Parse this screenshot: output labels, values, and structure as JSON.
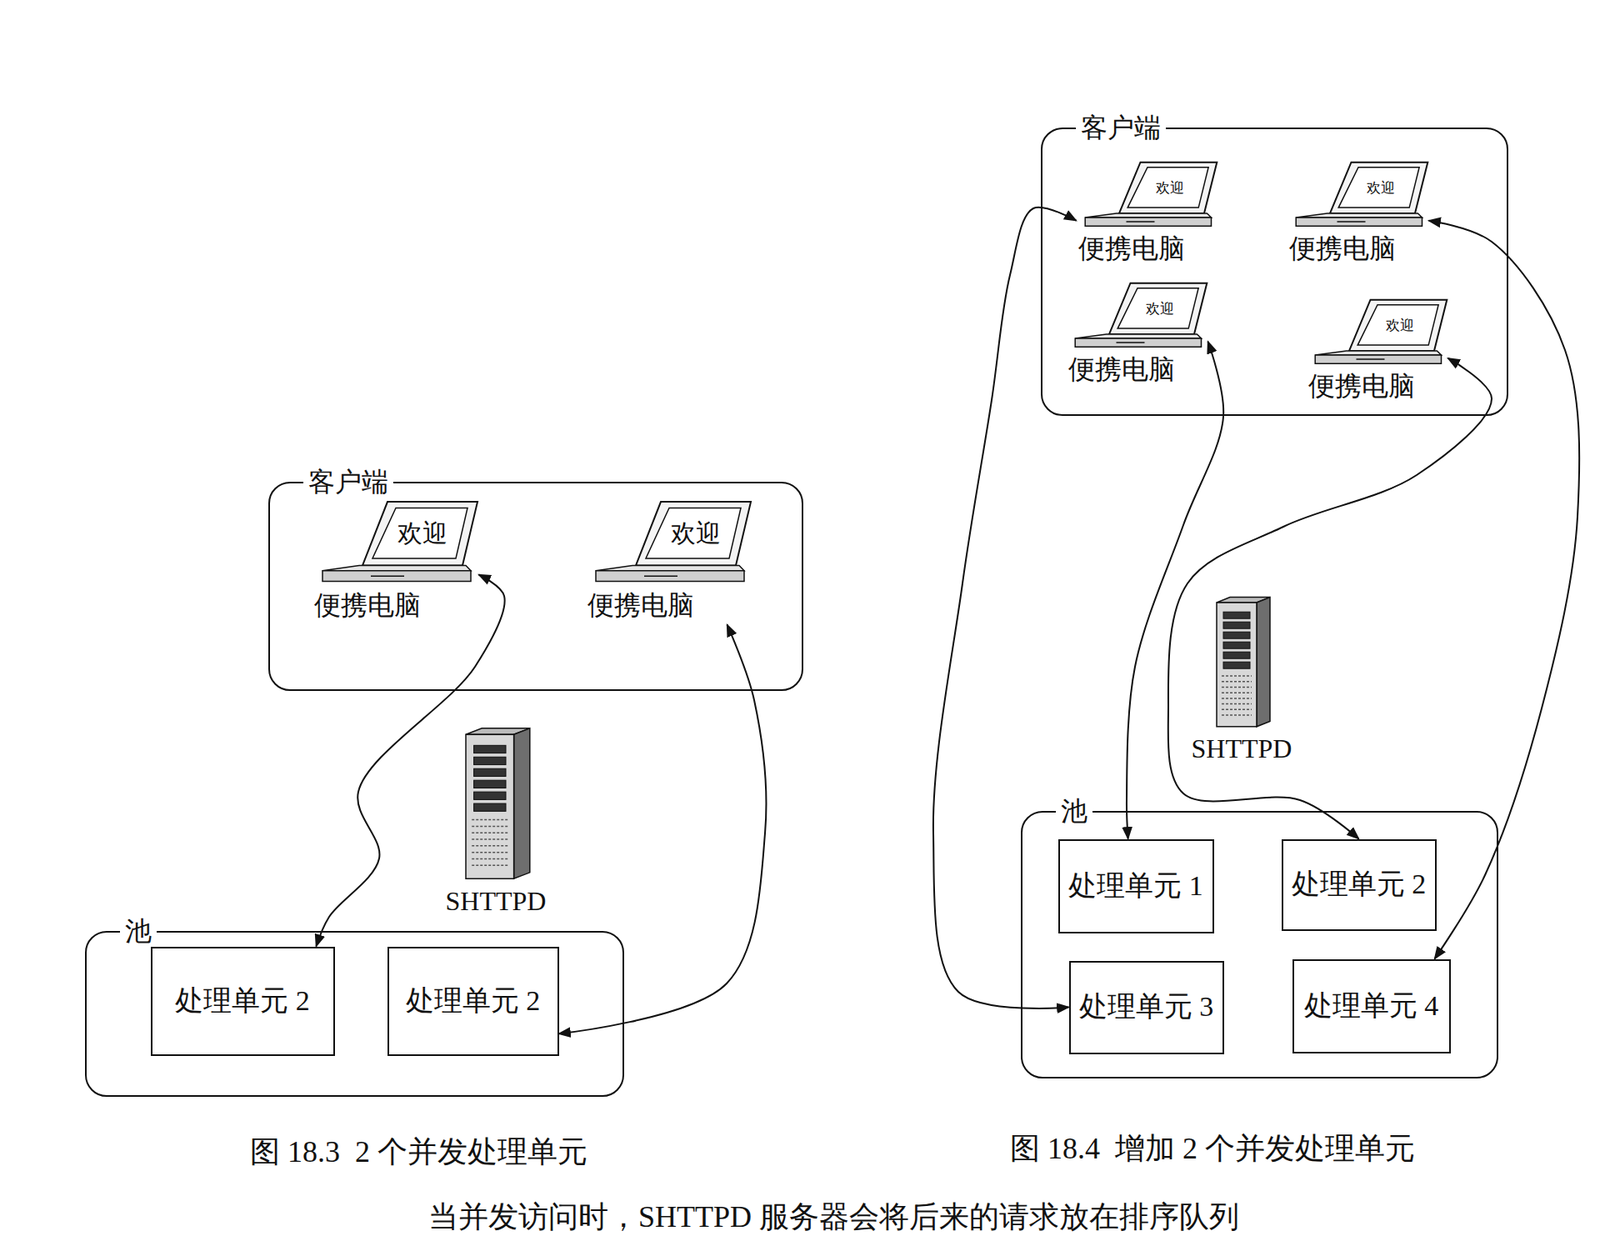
{
  "diagram": {
    "nodes": [
      {
        "text": [
          "客户端"
        ]
      },
      {
        "text": [
          "欢迎",
          "便携电脑"
        ],
        "in": 0
      },
      {
        "text": [
          "欢迎",
          "便携电脑"
        ],
        "in": 0
      },
      {
        "text": [
          "SHTTPD"
        ]
      },
      {
        "text": [
          "池"
        ]
      },
      {
        "text": [
          "处理单元 2"
        ],
        "in": 4
      },
      {
        "text": [
          "处理单元 2"
        ],
        "in": 4
      },
      {
        "text": [
          "客户端"
        ]
      },
      {
        "text": [
          "欢迎",
          "便携电脑"
        ],
        "in": 7
      },
      {
        "text": [
          "欢迎",
          "便携电脑"
        ],
        "in": 7
      },
      {
        "text": [
          "欢迎",
          "便携电脑"
        ],
        "in": 7
      },
      {
        "text": [
          "欢迎",
          "便携电脑"
        ],
        "in": 7
      },
      {
        "text": [
          "SHTTPD"
        ]
      },
      {
        "text": [
          "池"
        ]
      },
      {
        "text": [
          "处理单元 1"
        ],
        "in": 13
      },
      {
        "text": [
          "处理单元 2"
        ],
        "in": 13
      },
      {
        "text": [
          "处理单元 3"
        ],
        "in": 13
      },
      {
        "text": [
          "处理单元 4"
        ],
        "in": 13
      }
    ],
    "edges": [
      {
        "from": 1,
        "to": 5,
        "arrow": "both"
      },
      {
        "from": 2,
        "to": 6,
        "arrow": "both"
      },
      {
        "from": 8,
        "to": 16,
        "arrow": "both"
      },
      {
        "from": 10,
        "to": 14,
        "arrow": "both"
      },
      {
        "from": 9,
        "to": 17,
        "arrow": "both"
      },
      {
        "from": 11,
        "to": 15,
        "arrow": "both"
      }
    ],
    "labels": [
      "图 18.3  2 个并发处理单元",
      "图 18.4  增加 2 个并发处理单元",
      "当并发访问时，SHTTPD 服务器会将后来的请求放在排序队列"
    ]
  }
}
